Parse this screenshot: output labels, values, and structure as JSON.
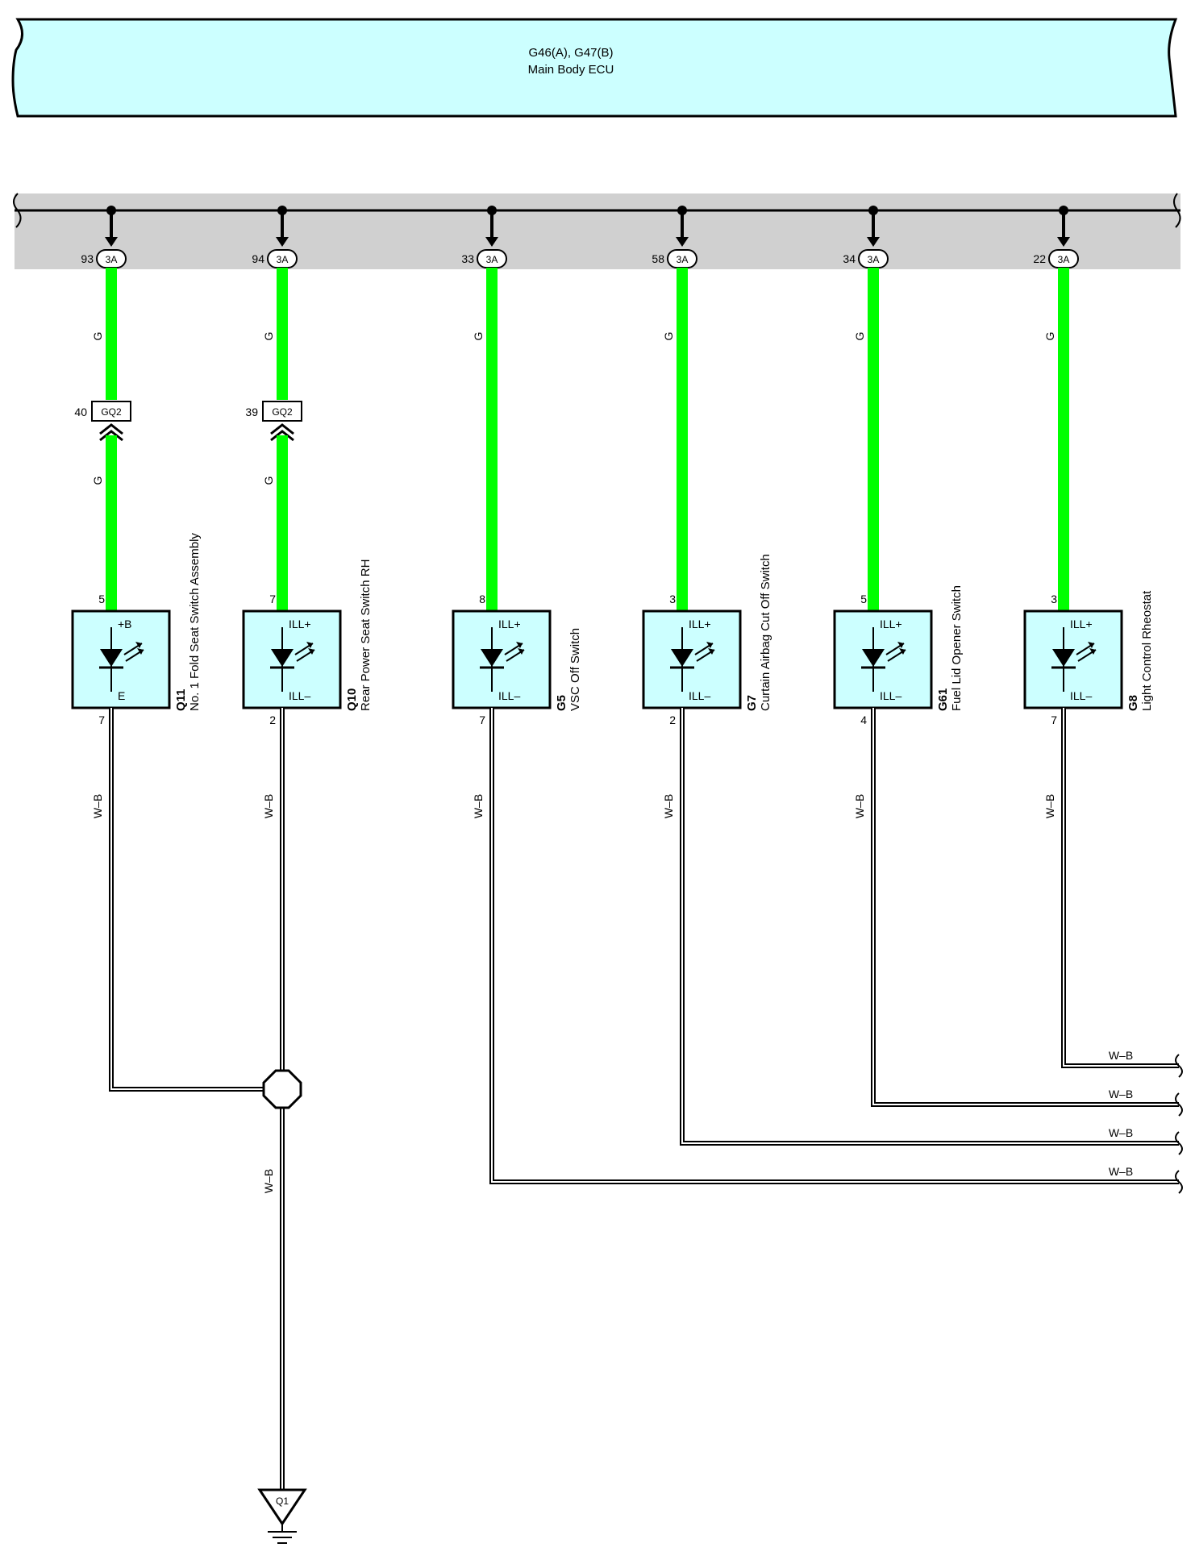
{
  "ecu": {
    "code": "G46(A), G47(B)",
    "name": "Main Body ECU"
  },
  "ecu_connector_tag": "3A",
  "intermediate_connector_tag": "GQ2",
  "ground_label": "Q1",
  "wire_colors": {
    "green_label": "G",
    "wb_label": "W–B",
    "green_hex": "#00ff00",
    "ecu_fill_hex": "#ccffff",
    "component_fill_hex": "#ccffff",
    "bus_fill_hex": "#d0d0d0"
  },
  "branches": [
    {
      "ecu_pin": "93",
      "gq2_pin": "40",
      "comp_pin_top": "5",
      "comp_pin_bottom": "7",
      "term_top": "+B",
      "term_bottom": "E",
      "code": "Q11",
      "name": "No. 1 Fold Seat Switch Assembly"
    },
    {
      "ecu_pin": "94",
      "gq2_pin": "39",
      "comp_pin_top": "7",
      "comp_pin_bottom": "2",
      "term_top": "ILL+",
      "term_bottom": "ILL–",
      "code": "Q10",
      "name": "Rear Power Seat Switch RH"
    },
    {
      "ecu_pin": "33",
      "comp_pin_top": "8",
      "comp_pin_bottom": "7",
      "term_top": "ILL+",
      "term_bottom": "ILL–",
      "code": "G5",
      "name": "VSC Off Switch"
    },
    {
      "ecu_pin": "58",
      "comp_pin_top": "3",
      "comp_pin_bottom": "2",
      "term_top": "ILL+",
      "term_bottom": "ILL–",
      "code": "G7",
      "name": "Curtain Airbag Cut Off Switch"
    },
    {
      "ecu_pin": "34",
      "comp_pin_top": "5",
      "comp_pin_bottom": "4",
      "term_top": "ILL+",
      "term_bottom": "ILL–",
      "code": "G61",
      "name": "Fuel Lid Opener Switch"
    },
    {
      "ecu_pin": "22",
      "comp_pin_top": "3",
      "comp_pin_bottom": "7",
      "term_top": "ILL+",
      "term_bottom": "ILL–",
      "code": "G8",
      "name": "Light Control Rheostat"
    }
  ]
}
